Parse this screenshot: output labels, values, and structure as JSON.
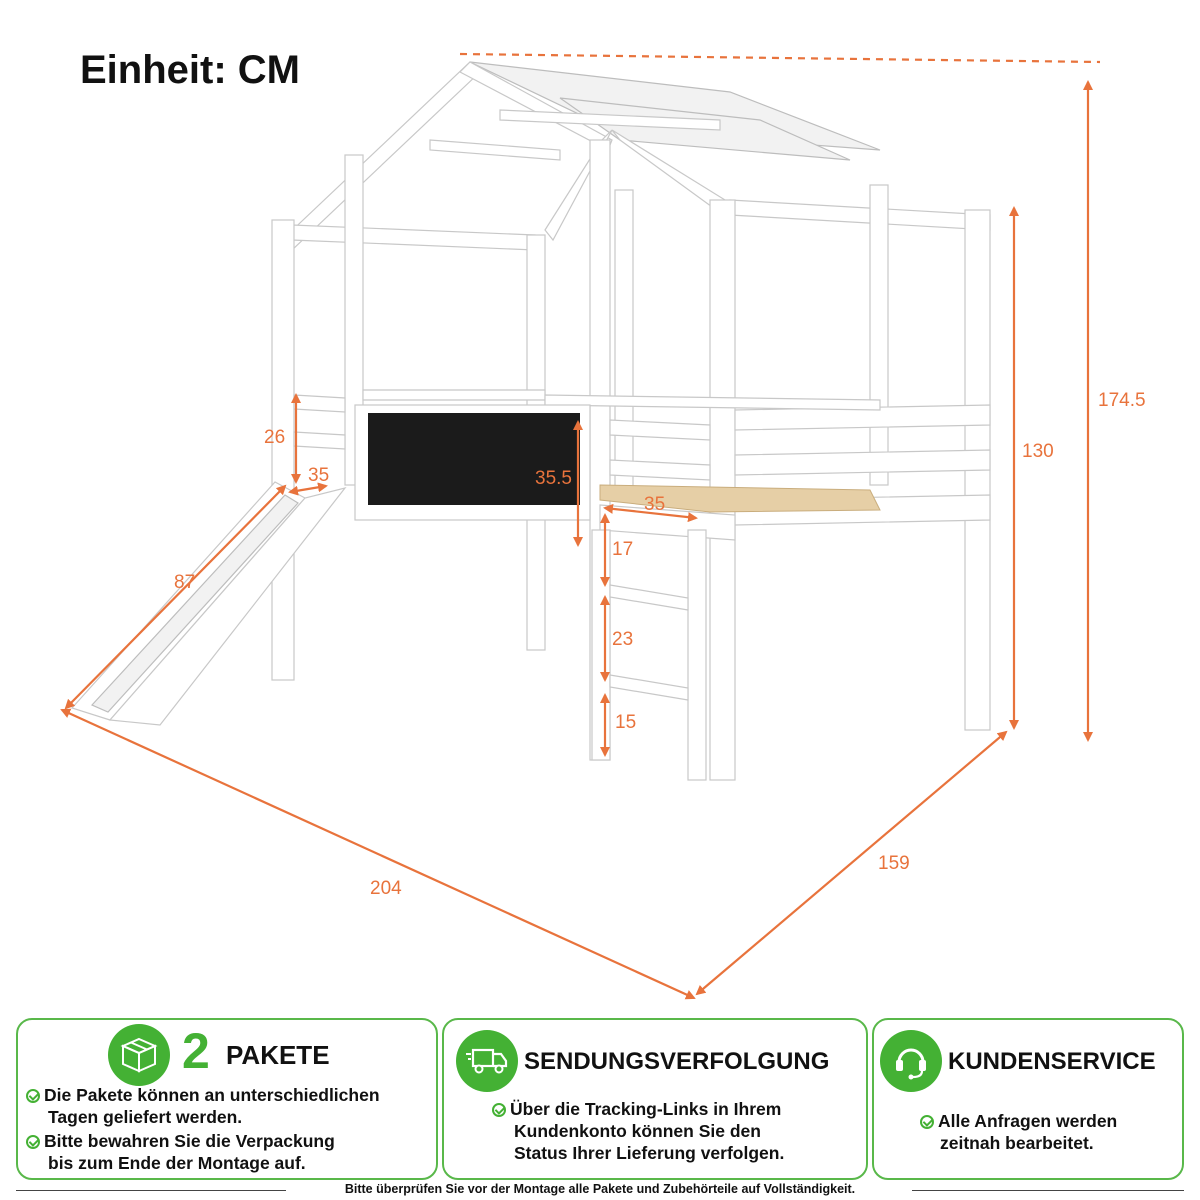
{
  "unit_label": "Einheit: CM",
  "dimensions": {
    "total_height": "174.5",
    "bed_height": "130",
    "rail_height": "26",
    "slide_top_width": "35",
    "chalkboard_height": "35.5",
    "slat_gap": "35",
    "ladder_top": "17",
    "ladder_step": "23",
    "ladder_bottom": "15",
    "slide_length": "87",
    "length": "204",
    "depth": "159"
  },
  "panels": {
    "packages": {
      "number": "2",
      "title": "PAKETE",
      "icon": "package-icon",
      "bullets": [
        [
          "Die Pakete können an unterschiedlichen",
          "Tagen geliefert werden."
        ],
        [
          "Bitte bewahren Sie die Verpackung",
          "bis zum Ende der Montage auf."
        ]
      ]
    },
    "tracking": {
      "title": "SENDUNGSVERFOLGUNG",
      "icon": "delivery-truck-icon",
      "lines": [
        "Über die Tracking-Links in Ihrem",
        "Kundenkonto können Sie den",
        "Status Ihrer Lieferung verfolgen."
      ]
    },
    "service": {
      "title": "KUNDENSERVICE",
      "icon": "headset-icon",
      "lines": [
        "Alle Anfragen werden",
        "zeitnah bearbeitet."
      ]
    }
  },
  "footer": "Bitte überprüfen Sie vor der Montage alle Pakete und Zubehörteile auf Vollständigkeit.",
  "colors": {
    "dimension": "#e8733c",
    "accent_green": "#44b134",
    "panel_border": "#59b84a"
  }
}
